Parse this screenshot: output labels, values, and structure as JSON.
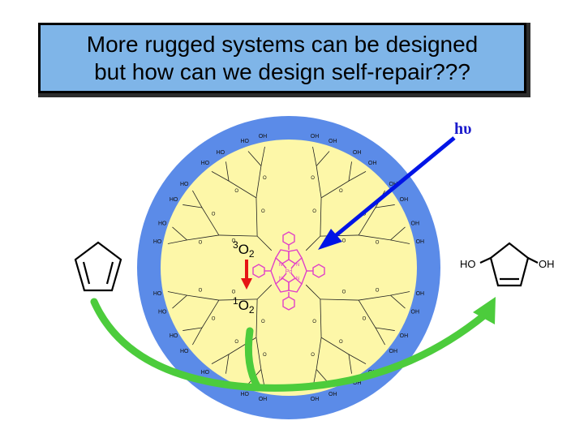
{
  "title": {
    "line1": "More rugged systems can be designed",
    "line2": "but how can we design self-repair???"
  },
  "photon_label": "hυ",
  "oxygen": {
    "triplet": {
      "superscript": "3",
      "text": "O",
      "subscript": "2"
    },
    "singlet": {
      "superscript": "1",
      "text": "O",
      "subscript": "2"
    }
  },
  "core": {
    "metal_label": "Pd",
    "nitrogen_label": "N"
  },
  "dendrimer": {
    "hydroxyl_label": "OH",
    "hydroxyl_label_left": "HO",
    "ester_oxygen_label": "O"
  },
  "product_labels": {
    "left": "HO",
    "right": "OH"
  },
  "colors": {
    "shell_blue": "#5b8be8",
    "core_yellow": "#fdf7a8",
    "photon_arrow": "#0014e6",
    "oxygen_arrow": "#e61414",
    "reaction_arrow": "#4ccc3c",
    "porphyrin": "#e040c8",
    "title_bg": "#7fb5e8",
    "photon_text": "#1a1acc"
  }
}
